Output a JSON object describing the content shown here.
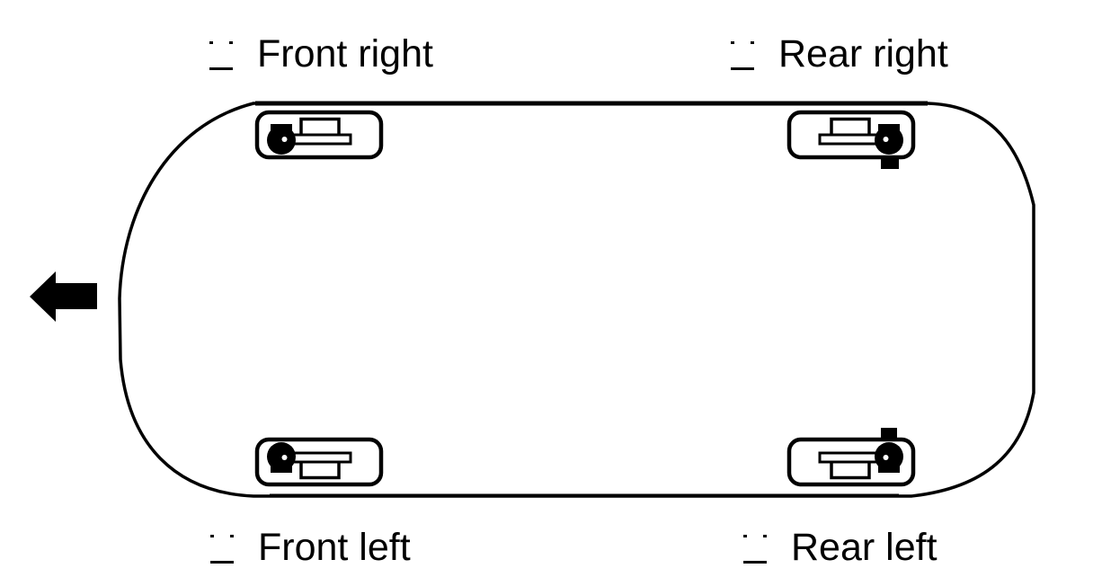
{
  "colors": {
    "ink": "#000000",
    "background": "#ffffff"
  },
  "wheels": [
    {
      "id": "front-right",
      "label": "Front right",
      "checked": false
    },
    {
      "id": "rear-right",
      "label": "Rear right",
      "checked": false
    },
    {
      "id": "front-left",
      "label": "Front left",
      "checked": false
    },
    {
      "id": "rear-left",
      "label": "Rear left",
      "checked": false
    }
  ],
  "icons": {
    "direction_arrow": "left-arrow-icon",
    "wheel_sensor": "wheel-sensor-icon",
    "checkbox": "checkbox-icon"
  }
}
